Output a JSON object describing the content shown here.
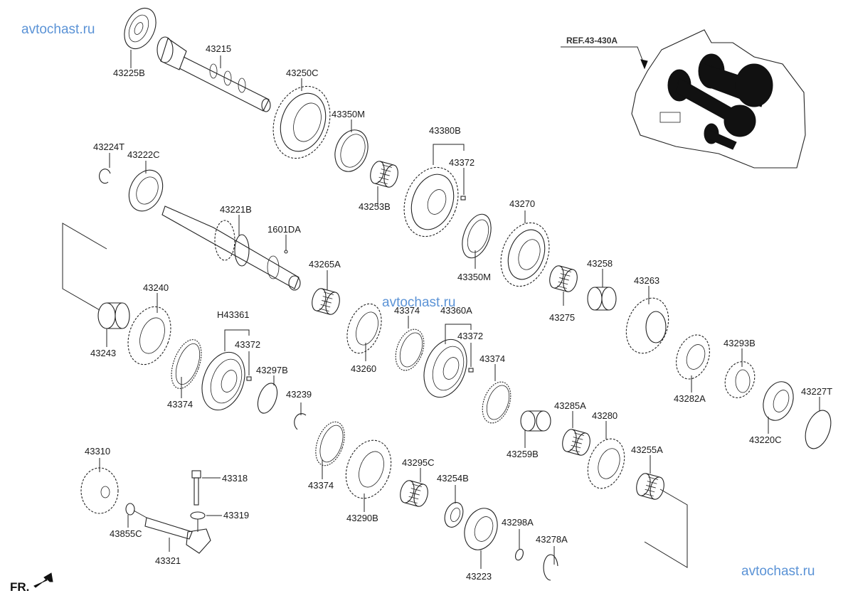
{
  "watermarks": [
    "avtochast.ru",
    "avtochast.ru",
    "avtochast.ru"
  ],
  "reference": "REF.43-430A",
  "front_indicator": "FR.",
  "parts": {
    "p43225B": "43225B",
    "p43215": "43215",
    "p43250C": "43250C",
    "p43350M_top": "43350M",
    "p43380B": "43380B",
    "p43372_a": "43372",
    "p43253B": "43253B",
    "p43224T": "43224T",
    "p43222C": "43222C",
    "p43221B": "43221B",
    "p1601DA": "1601DA",
    "p43270": "43270",
    "p43350M_bot": "43350M",
    "p43265A": "43265A",
    "p43258": "43258",
    "p43263": "43263",
    "p43275": "43275",
    "p43240": "43240",
    "p43243": "43243",
    "pH43361": "H43361",
    "p43372_b": "43372",
    "p43297B": "43297B",
    "p43374_a": "43374",
    "p43239": "43239",
    "p43260": "43260",
    "p43374_b": "43374",
    "p43360A": "43360A",
    "p43372_c": "43372",
    "p43374_c": "43374",
    "p43282A": "43282A",
    "p43293B": "43293B",
    "p43227T": "43227T",
    "p43220C": "43220C",
    "p43285A": "43285A",
    "p43280": "43280",
    "p43259B": "43259B",
    "p43255A": "43255A",
    "p43374_d": "43374",
    "p43290B": "43290B",
    "p43295C": "43295C",
    "p43254B": "43254B",
    "p43298A": "43298A",
    "p43278A": "43278A",
    "p43223": "43223",
    "p43310": "43310",
    "p43318": "43318",
    "p43319": "43319",
    "p43855C": "43855C",
    "p43321": "43321"
  }
}
